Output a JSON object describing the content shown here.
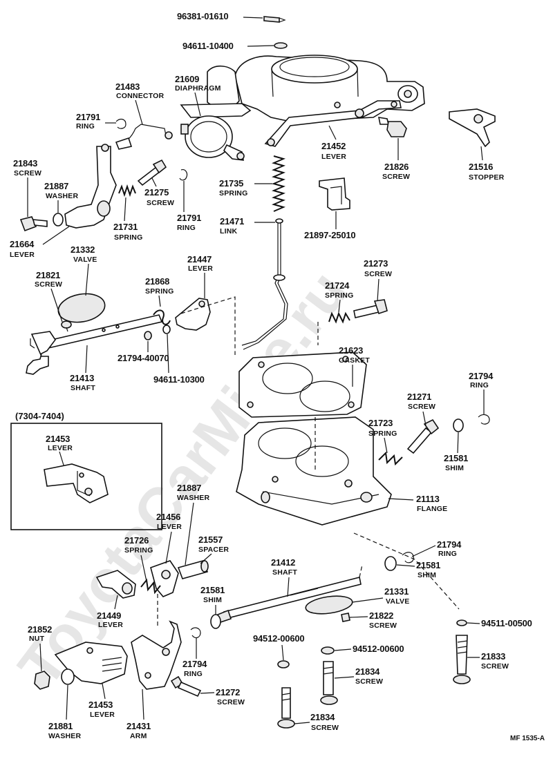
{
  "watermark": "ToyotaCarMine.ru",
  "inset": {
    "title": "(7304-7404)",
    "part": {
      "number": "21453",
      "name": "LEVER"
    }
  },
  "footer_ref": "MF 1535-A",
  "callouts": [
    {
      "id": "c01",
      "number": "96381-01610",
      "name": ""
    },
    {
      "id": "c02",
      "number": "94611-10400",
      "name": ""
    },
    {
      "id": "c03",
      "number": "21483",
      "name": "CONNECTOR"
    },
    {
      "id": "c04",
      "number": "21609",
      "name": "DIAPHRAGM"
    },
    {
      "id": "c05",
      "number": "21791",
      "name": "RING"
    },
    {
      "id": "c06",
      "number": "21452",
      "name": "LEVER"
    },
    {
      "id": "c07",
      "number": "21826",
      "name": "SCREW"
    },
    {
      "id": "c08",
      "number": "21516",
      "name": "STOPPER"
    },
    {
      "id": "c09",
      "number": "21843",
      "name": "SCREW"
    },
    {
      "id": "c10",
      "number": "21887",
      "name": "WASHER"
    },
    {
      "id": "c11",
      "number": "21275",
      "name": "SCREW"
    },
    {
      "id": "c12",
      "number": "21735",
      "name": "SPRING"
    },
    {
      "id": "c13",
      "number": "21731",
      "name": "SPRING"
    },
    {
      "id": "c14",
      "number": "21791",
      "name": "RING"
    },
    {
      "id": "c15",
      "number": "21471",
      "name": "LINK"
    },
    {
      "id": "c16",
      "number": "21897-25010",
      "name": ""
    },
    {
      "id": "c17",
      "number": "21664",
      "name": "LEVER"
    },
    {
      "id": "c18",
      "number": "21332",
      "name": "VALVE"
    },
    {
      "id": "c19",
      "number": "21447",
      "name": "LEVER"
    },
    {
      "id": "c20",
      "number": "21273",
      "name": "SCREW"
    },
    {
      "id": "c21",
      "number": "21821",
      "name": "SCREW"
    },
    {
      "id": "c22",
      "number": "21868",
      "name": "SPRING"
    },
    {
      "id": "c23",
      "number": "21724",
      "name": "SPRING"
    },
    {
      "id": "c24",
      "number": "21794-40070",
      "name": ""
    },
    {
      "id": "c25",
      "number": "21623",
      "name": "GASKET"
    },
    {
      "id": "c26",
      "number": "21413",
      "name": "SHAFT"
    },
    {
      "id": "c27",
      "number": "94611-10300",
      "name": ""
    },
    {
      "id": "c28",
      "number": "21794",
      "name": "RING"
    },
    {
      "id": "c29",
      "number": "21271",
      "name": "SCREW"
    },
    {
      "id": "c30",
      "number": "21723",
      "name": "SPRING"
    },
    {
      "id": "c31",
      "number": "21581",
      "name": "SHIM"
    },
    {
      "id": "c32",
      "number": "21887",
      "name": "WASHER"
    },
    {
      "id": "c33",
      "number": "21113",
      "name": "FLANGE"
    },
    {
      "id": "c34",
      "number": "21456",
      "name": "LEVER"
    },
    {
      "id": "c35",
      "number": "21726",
      "name": "SPRING"
    },
    {
      "id": "c36",
      "number": "21557",
      "name": "SPACER"
    },
    {
      "id": "c37",
      "number": "21794",
      "name": "RING"
    },
    {
      "id": "c38",
      "number": "21412",
      "name": "SHAFT"
    },
    {
      "id": "c39",
      "number": "21581",
      "name": "SHIM"
    },
    {
      "id": "c40",
      "number": "21581",
      "name": "SHIM"
    },
    {
      "id": "c41",
      "number": "21449",
      "name": "LEVER"
    },
    {
      "id": "c42",
      "number": "21331",
      "name": "VALVE"
    },
    {
      "id": "c43",
      "number": "21822",
      "name": "SCREW"
    },
    {
      "id": "c44",
      "number": "94511-00500",
      "name": ""
    },
    {
      "id": "c45",
      "number": "21852",
      "name": "NUT"
    },
    {
      "id": "c46",
      "number": "94512-00600",
      "name": ""
    },
    {
      "id": "c47",
      "number": "94512-00600",
      "name": ""
    },
    {
      "id": "c48",
      "number": "21833",
      "name": "SCREW"
    },
    {
      "id": "c49",
      "number": "21794",
      "name": "RING"
    },
    {
      "id": "c50",
      "number": "21834",
      "name": "SCREW"
    },
    {
      "id": "c51",
      "number": "21453",
      "name": "LEVER"
    },
    {
      "id": "c52",
      "number": "21272",
      "name": "SCREW"
    },
    {
      "id": "c53",
      "number": "21881",
      "name": "WASHER"
    },
    {
      "id": "c54",
      "number": "21431",
      "name": "ARM"
    },
    {
      "id": "c55",
      "number": "21834",
      "name": "SCREW"
    }
  ]
}
